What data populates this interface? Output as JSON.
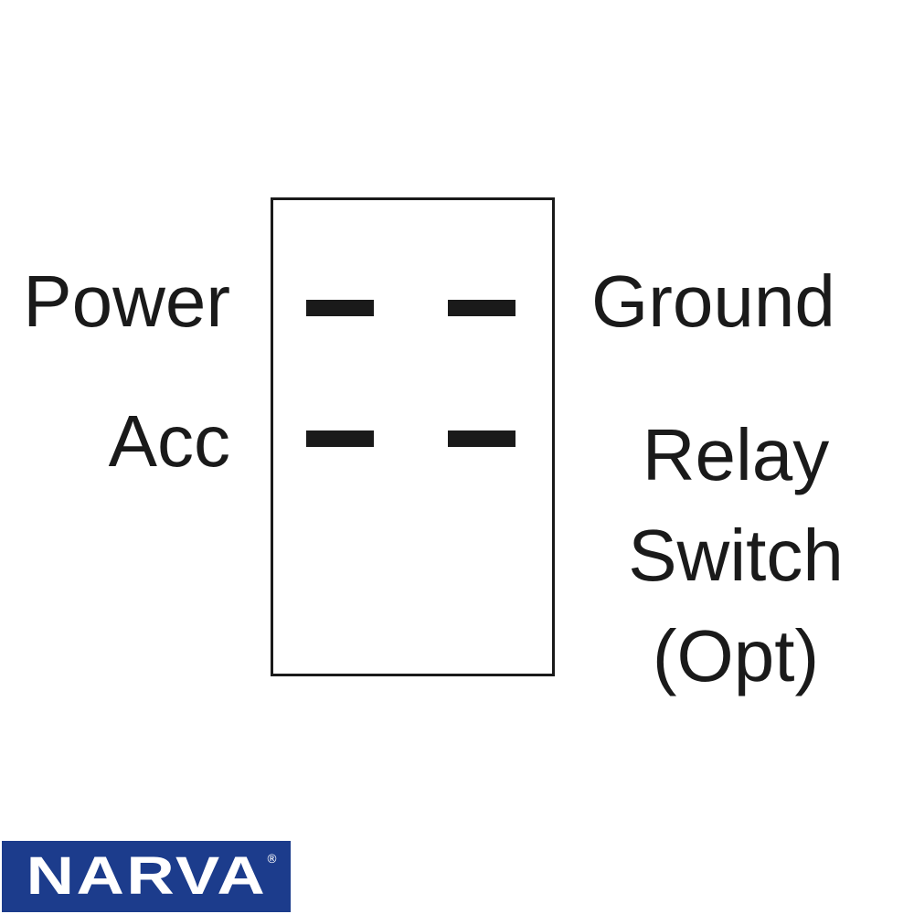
{
  "diagram": {
    "labels": {
      "power": "Power",
      "acc": "Acc",
      "ground": "Ground",
      "relay_lines": [
        "Relay",
        "Switch",
        "(Opt)"
      ]
    }
  },
  "logo": {
    "brand": "NARVA",
    "registered_mark": "®",
    "background_color": "#1c3c8c",
    "text_color": "#ffffff"
  }
}
